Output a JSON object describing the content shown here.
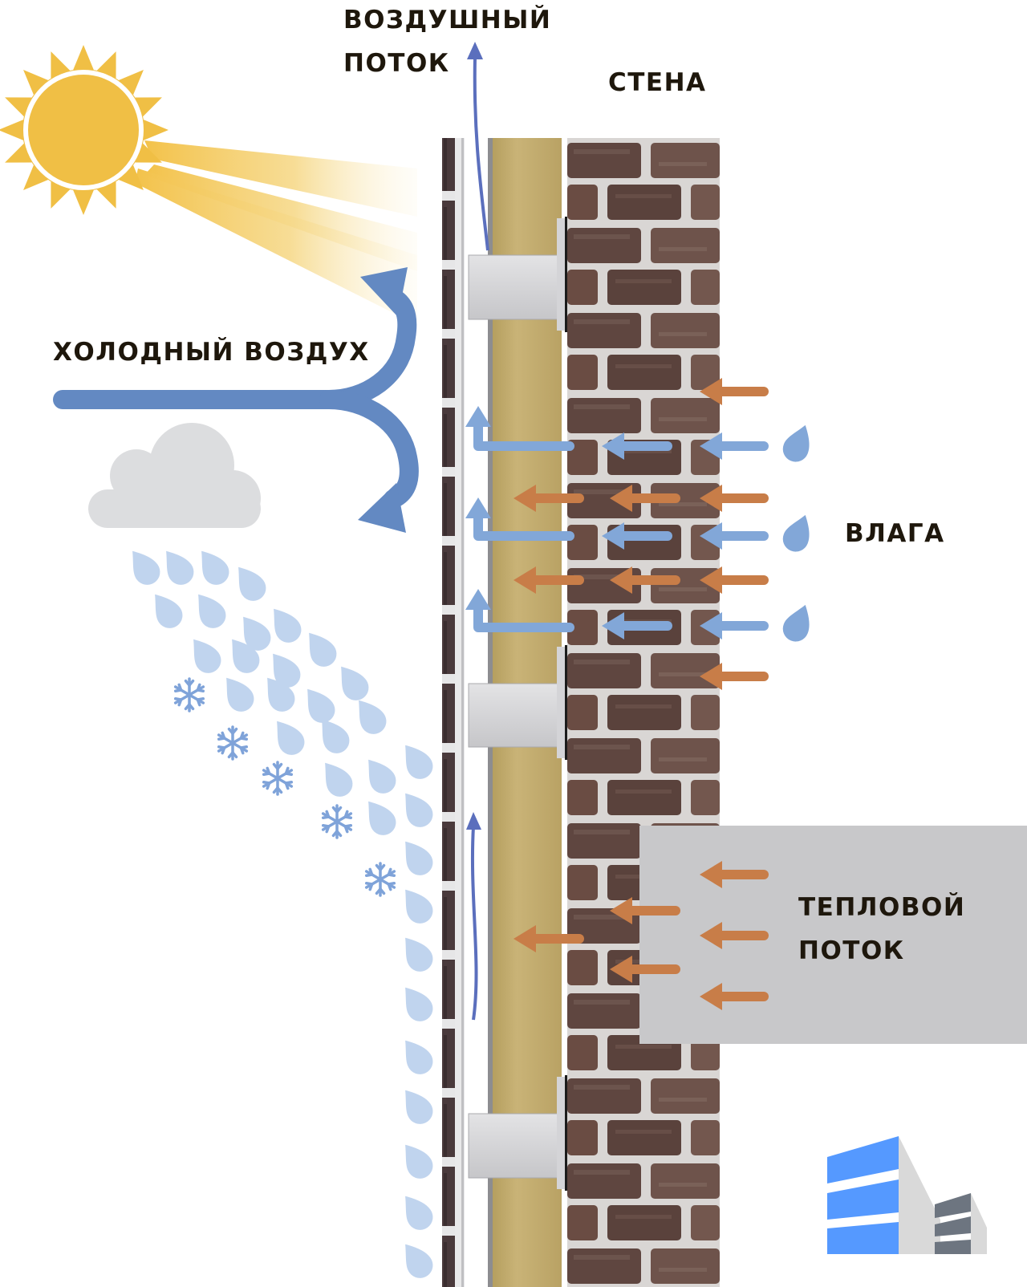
{
  "labels": {
    "air_flow": [
      "ВОЗДУШНЫЙ",
      "ПОТОК"
    ],
    "wall": "СТЕНА",
    "cold_air": "ХОЛОДНЫЙ ВОЗДУХ",
    "moisture": "ВЛАГА",
    "heat_flow": [
      "ТЕПЛОВОЙ",
      "ПОТОК"
    ]
  },
  "icons": {
    "sun": "sun-icon",
    "cloud": "cloud-icon",
    "raindrop": "raindrop-icon",
    "snowflake": "snowflake-icon",
    "logo": "building-logo-icon"
  },
  "layers": [
    {
      "name": "facade-cladding",
      "color": "#4a3a3c"
    },
    {
      "name": "ventilated-gap",
      "color": "#ffffff"
    },
    {
      "name": "insulation",
      "color": "#c6b072"
    },
    {
      "name": "brick-wall",
      "color": "#6b4a40"
    }
  ],
  "colors": {
    "cold_air": "#6389c2",
    "air_flow": "#5b6fbd",
    "moisture": "#82a7d8",
    "heat": "#c87d48",
    "sun": "#f0bf45",
    "cloud": "#dcdddf",
    "rain": "#c0d4ee",
    "snow": "#7fa3d9",
    "heat_zone": "#c8c8ca",
    "logo_blue": "#5599ff",
    "logo_gray": "#6d7580",
    "logo_light": "#d9d9d9",
    "text": "#1e170c"
  }
}
